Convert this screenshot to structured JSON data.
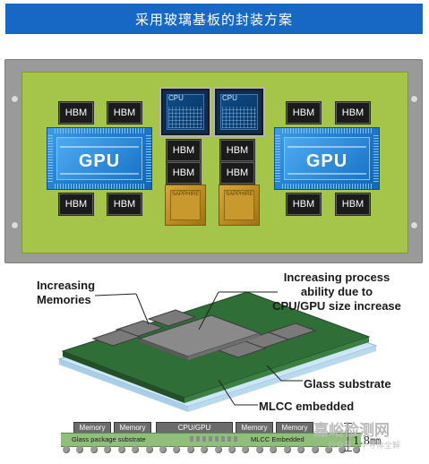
{
  "header": {
    "title": "采用玻璃基板的封装方案"
  },
  "package": {
    "hbm_label": "HBM",
    "gpu_label": "GPU",
    "cpu_label": "CPU",
    "sapphire_label": "SAPPHIRE"
  },
  "diagram": {
    "label_memories": "Increasing\nMemories",
    "label_process": "Increasing process\nability due to\nCPU/GPU size increase",
    "label_glass": "Glass substrate",
    "label_mlcc": "MLCC embedded"
  },
  "cross_section": {
    "chips": [
      "Memory",
      "Memory",
      "CPU/GPU",
      "Memory",
      "Memory"
    ],
    "substrate_label": "Glass package substrate",
    "mlcc_label": "MLCC Embedded",
    "dimension": "1.8㎜"
  },
  "watermark": {
    "main": "嘉峪检测网",
    "sub": "公众号：半导体全解"
  },
  "colors": {
    "header": "#1668c4",
    "board": "#a5c44a",
    "gpu": "#1f7dd4",
    "green_sub": "#2f6e36"
  }
}
